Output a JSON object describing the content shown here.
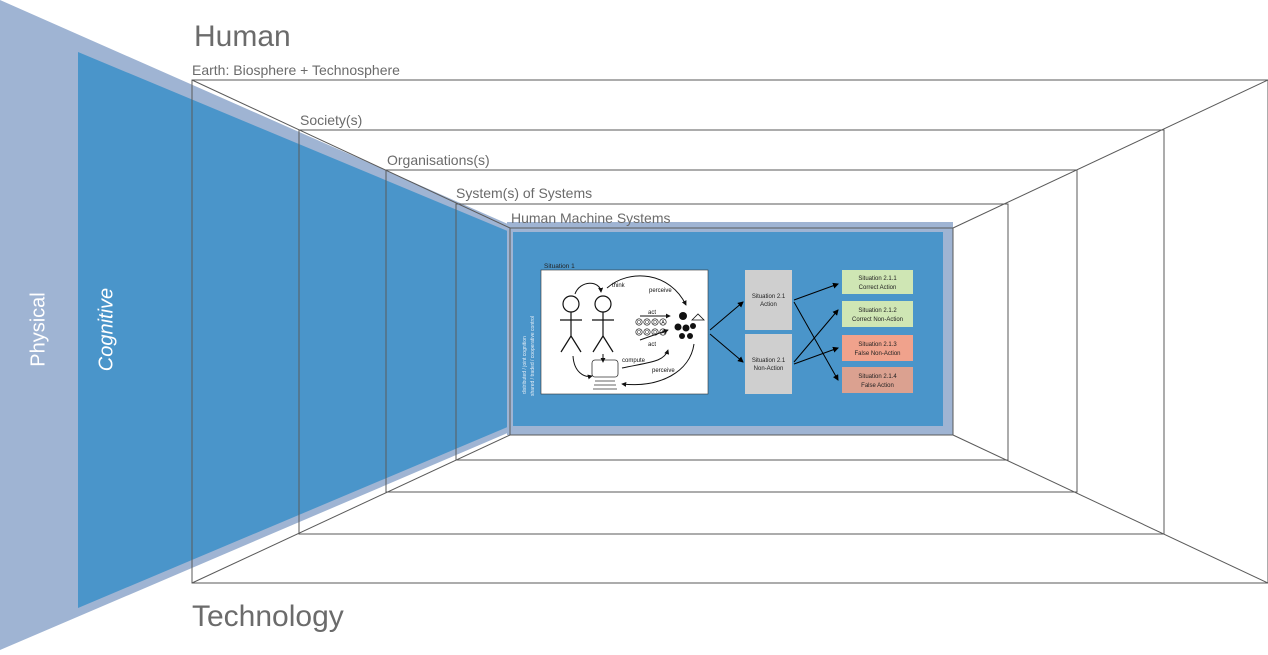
{
  "axes": {
    "top": "Human",
    "bottom": "Technology",
    "left_outer": "Physical",
    "left_inner": "Cognitive"
  },
  "layers": [
    "Earth: Biosphere + Technosphere",
    "Society(s)",
    "Organisations(s)",
    "System(s) of Systems",
    "Human Machine Systems"
  ],
  "situation1": {
    "title": "Situation 1",
    "vertical_caption_line1": "distributed / joint cognition",
    "vertical_caption_line2": "shared / traded / cooperative control",
    "arrow_labels": {
      "think": "think",
      "perceive_top": "perceive",
      "act_1": "act",
      "act_2": "act",
      "compute": "compute",
      "perceive_bottom": "perceive"
    },
    "ooda_row": [
      "O",
      "O",
      "D",
      "A"
    ]
  },
  "situation2": [
    {
      "title": "Situation 2.1",
      "subtitle": "Action"
    },
    {
      "title": "Situation 2.1",
      "subtitle": "Non-Action"
    }
  ],
  "outcomes": [
    {
      "title": "Situation 2.1.1",
      "subtitle": "Correct Action",
      "color": "#cfe6b4"
    },
    {
      "title": "Situation 2.1.2",
      "subtitle": "Correct Non-Action",
      "color": "#cfe6b4"
    },
    {
      "title": "Situation 2.1.3",
      "subtitle": "False Non-Action",
      "color": "#f0a28c"
    },
    {
      "title": "Situation 2.1.4",
      "subtitle": "False Action",
      "color": "#dba190"
    }
  ],
  "colors": {
    "physical": "#9fb4d3",
    "cognitive": "#4a95ca",
    "frame_lines": "#5a5a5a"
  }
}
